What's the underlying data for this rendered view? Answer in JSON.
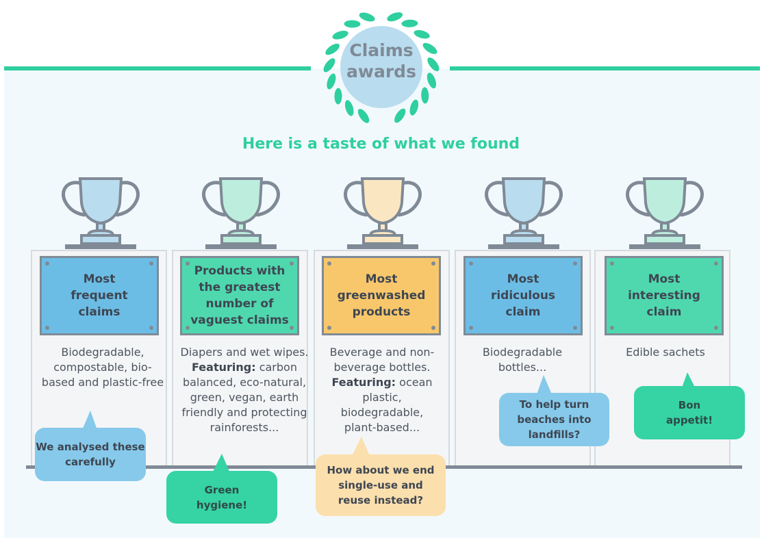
{
  "header": {
    "title": "Claims awards",
    "subtitle": "Here is a taste of what we found"
  },
  "awards": [
    {
      "plaque": "Most frequent claims",
      "description": "Biodegradable, compostable, bio-based and plastic-free",
      "bubble": "We analysed these carefully",
      "color": "#6cbde6",
      "cup_color": "#b9dcef",
      "bubble_color": "#86c9ea"
    },
    {
      "plaque": "Products with the greatest number of vaguest claims",
      "description_pre": "Diapers and wet wipes.",
      "featuring_label": "Featuring:",
      "description_post": "carbon balanced, eco-natural, green, vegan, earth friendly and protecting rainforests...",
      "bubble": "Green hygiene!",
      "color": "#4fd8ae",
      "cup_color": "#bdeedd",
      "bubble_color": "#36d3a4"
    },
    {
      "plaque": "Most greenwashed products",
      "description_pre": "Beverage and non-beverage bottles.",
      "featuring_label": "Featuring:",
      "description_post": "ocean plastic, biodegradable, plant-based...",
      "bubble": "How about we end single-use and reuse instead?",
      "color": "#f8c76b",
      "cup_color": "#fbe6c2",
      "bubble_color": "#fbdfad"
    },
    {
      "plaque": "Most ridiculous claim",
      "description": "Biodegradable bottles...",
      "bubble": "To help turn beaches into landfills?",
      "color": "#6cbde6",
      "cup_color": "#b9dcef",
      "bubble_color": "#86c9ea"
    },
    {
      "plaque": "Most interesting claim",
      "description": "Edible sachets",
      "bubble": "Bon appetit!",
      "color": "#4fd8ae",
      "cup_color": "#bdeedd",
      "bubble_color": "#36d3a4"
    }
  ],
  "colors": {
    "accent": "#2fcf9f",
    "outline": "#7f8a96",
    "background": "#f2f9fd"
  }
}
